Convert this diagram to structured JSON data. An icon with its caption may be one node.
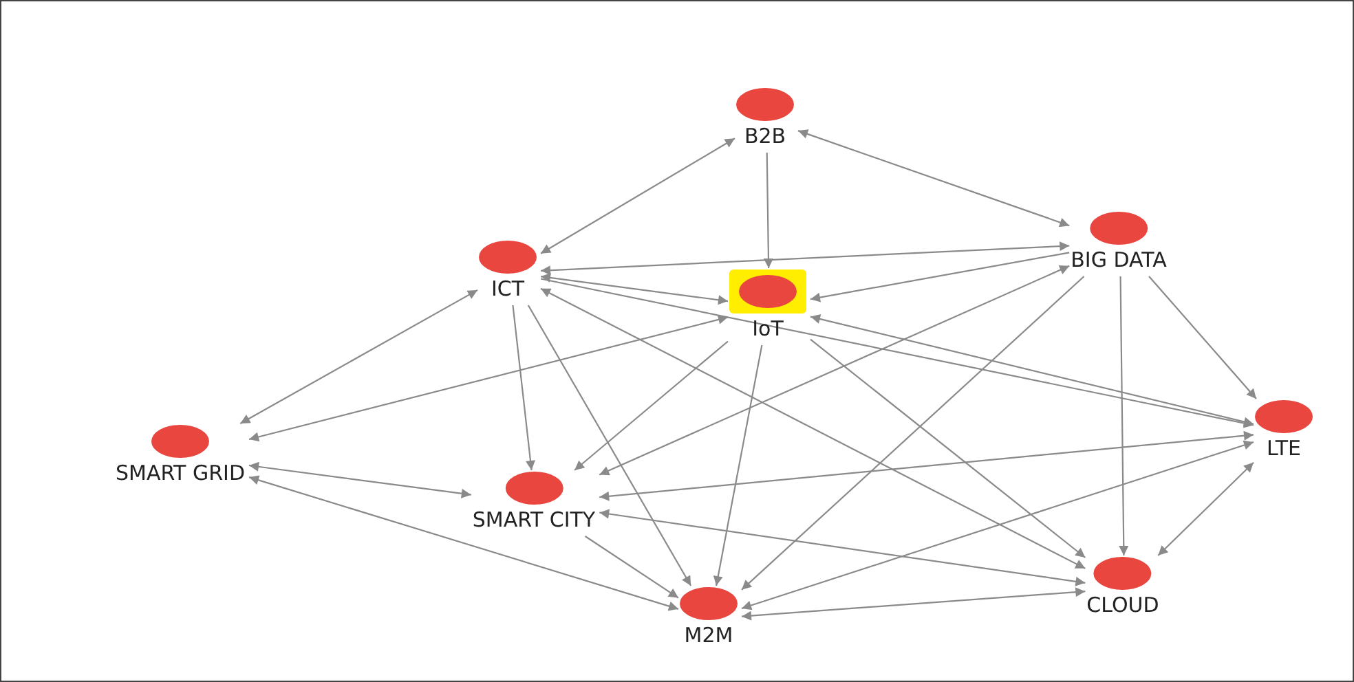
{
  "diagram": {
    "nodes": [
      {
        "text": [
          "B2B"
        ]
      },
      {
        "text": [
          "BIG DATA"
        ]
      },
      {
        "text": [
          "ICT"
        ]
      },
      {
        "text": [
          "IoT"
        ]
      },
      {
        "text": [
          "SMART GRID"
        ]
      },
      {
        "text": [
          "LTE"
        ]
      },
      {
        "text": [
          "SMART CITY"
        ]
      },
      {
        "text": [
          "CLOUD"
        ]
      },
      {
        "text": [
          "M2M"
        ]
      }
    ],
    "edges": [
      {
        "from": 0,
        "to": 2,
        "arrow": "both"
      },
      {
        "from": 0,
        "to": 1,
        "arrow": "both"
      },
      {
        "from": 0,
        "to": 3,
        "arrow": "to"
      },
      {
        "from": 2,
        "to": 1,
        "arrow": "both"
      },
      {
        "from": 1,
        "to": 3,
        "arrow": "to"
      },
      {
        "from": 6,
        "to": 1,
        "arrow": "both"
      },
      {
        "from": 3,
        "to": 2,
        "arrow": "both"
      },
      {
        "from": 2,
        "to": 6,
        "arrow": "to"
      },
      {
        "from": 2,
        "to": 8,
        "arrow": "to"
      },
      {
        "from": 2,
        "to": 7,
        "arrow": "both"
      },
      {
        "from": 2,
        "to": 5,
        "arrow": "to"
      },
      {
        "from": 3,
        "to": 5,
        "arrow": "both"
      },
      {
        "from": 2,
        "to": 4,
        "arrow": "both"
      },
      {
        "from": 3,
        "to": 4,
        "arrow": "both"
      },
      {
        "from": 3,
        "to": 6,
        "arrow": "to"
      },
      {
        "from": 3,
        "to": 8,
        "arrow": "to"
      },
      {
        "from": 3,
        "to": 7,
        "arrow": "to"
      },
      {
        "from": 1,
        "to": 8,
        "arrow": "to"
      },
      {
        "from": 1,
        "to": 7,
        "arrow": "to"
      },
      {
        "from": 1,
        "to": 5,
        "arrow": "to"
      },
      {
        "from": 5,
        "to": 6,
        "arrow": "both"
      },
      {
        "from": 5,
        "to": 8,
        "arrow": "both"
      },
      {
        "from": 5,
        "to": 7,
        "arrow": "both"
      },
      {
        "from": 4,
        "to": 6,
        "arrow": "both"
      },
      {
        "from": 4,
        "to": 8,
        "arrow": "both"
      },
      {
        "from": 6,
        "to": 7,
        "arrow": "both"
      },
      {
        "from": 6,
        "to": 8,
        "arrow": "to"
      },
      {
        "from": 8,
        "to": 7,
        "arrow": "both"
      }
    ]
  }
}
